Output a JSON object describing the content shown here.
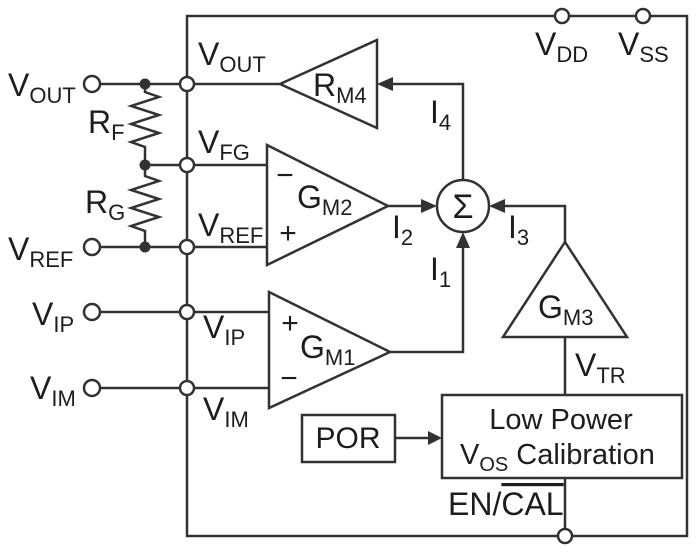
{
  "colors": {
    "ink": "#323232",
    "background": "#ffffff",
    "text": "#1d1d1d"
  },
  "external_terminals": {
    "vout": {
      "main": "V",
      "sub": "OUT"
    },
    "vref": {
      "main": "V",
      "sub": "REF"
    },
    "vip": {
      "main": "V",
      "sub": "IP"
    },
    "vim": {
      "main": "V",
      "sub": "IM"
    },
    "vdd": {
      "main": "V",
      "sub": "DD"
    },
    "vss": {
      "main": "V",
      "sub": "SS"
    },
    "encal": {
      "plain": "EN/",
      "overlined": "CAL"
    }
  },
  "internal_nets": {
    "vout": {
      "main": "V",
      "sub": "OUT"
    },
    "vfg": {
      "main": "V",
      "sub": "FG"
    },
    "vref": {
      "main": "V",
      "sub": "REF"
    },
    "vip": {
      "main": "V",
      "sub": "IP"
    },
    "vim": {
      "main": "V",
      "sub": "IM"
    },
    "vtr": {
      "main": "V",
      "sub": "TR"
    }
  },
  "resistors": {
    "rf": {
      "main": "R",
      "sub": "F"
    },
    "rg": {
      "main": "R",
      "sub": "G"
    }
  },
  "amplifiers": {
    "rm4": {
      "main": "R",
      "sub": "M4"
    },
    "gm2": {
      "main": "G",
      "sub": "M2",
      "neg": "−",
      "pos": "+"
    },
    "gm1": {
      "main": "G",
      "sub": "M1",
      "pos": "+",
      "neg": "−"
    },
    "gm3": {
      "main": "G",
      "sub": "M3"
    }
  },
  "currents": {
    "i1": {
      "main": "I",
      "sub": "1"
    },
    "i2": {
      "main": "I",
      "sub": "2"
    },
    "i3": {
      "main": "I",
      "sub": "3"
    },
    "i4": {
      "main": "I",
      "sub": "4"
    }
  },
  "summer": {
    "symbol": "Σ"
  },
  "blocks": {
    "por": {
      "label": "POR"
    },
    "calibration": {
      "line1": "Low Power",
      "line2_main": "V",
      "line2_sub": "OS",
      "line2_rest": "Calibration"
    }
  }
}
